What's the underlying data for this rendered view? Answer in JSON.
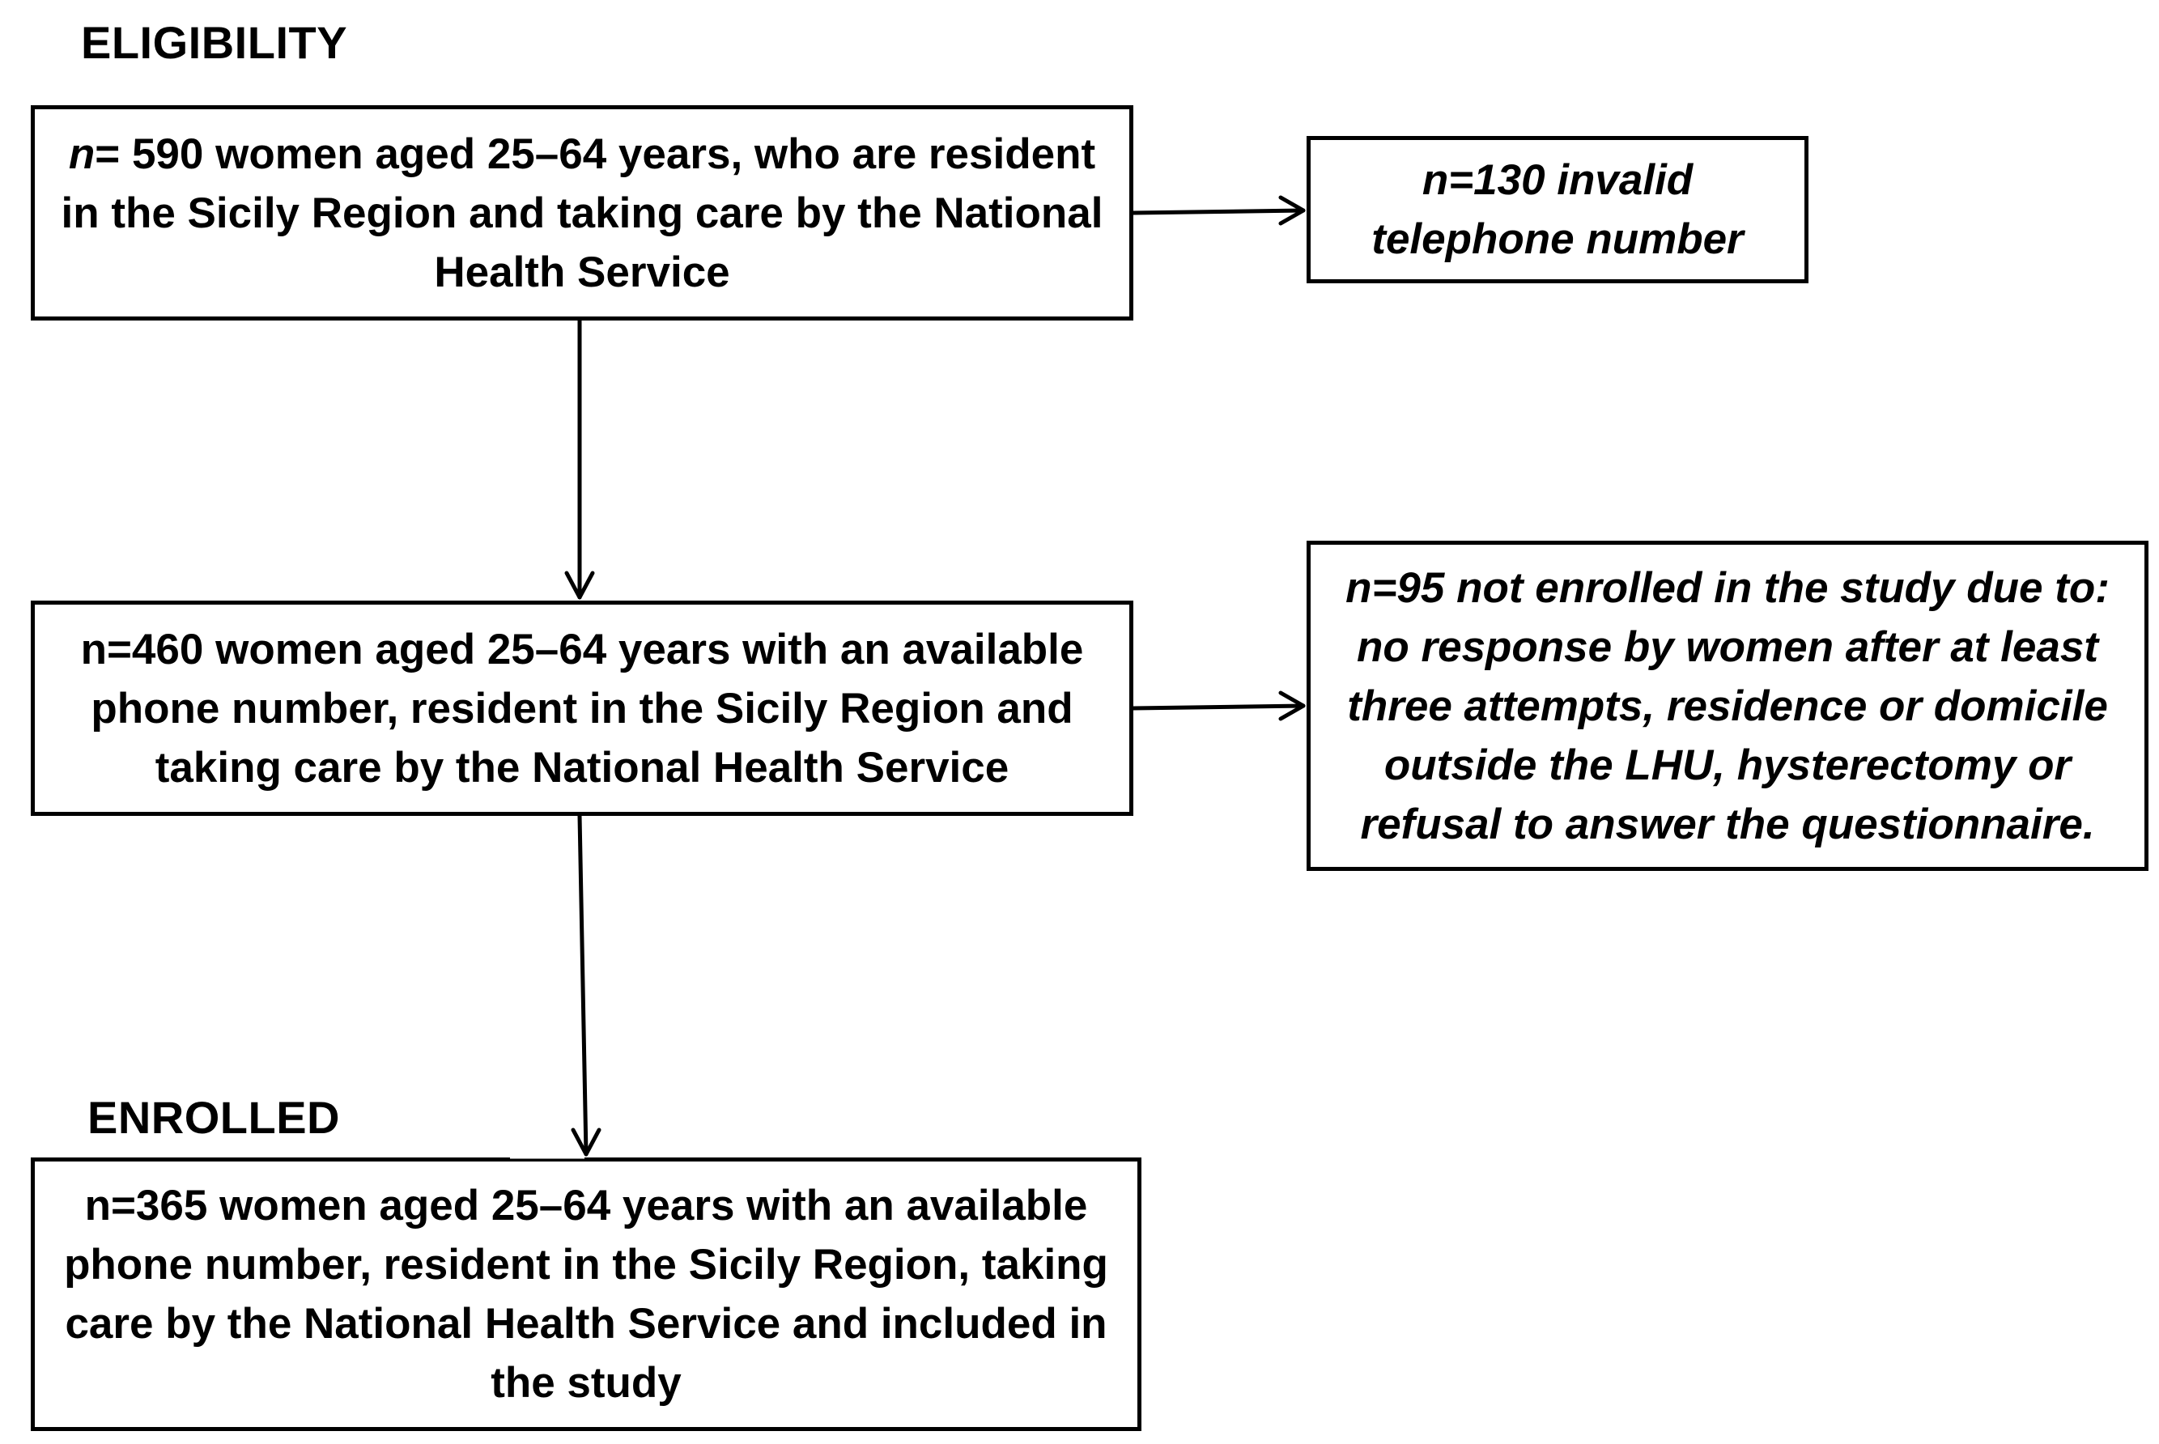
{
  "sections": {
    "eligibility": "ELIGIBILITY",
    "enrolled": "ENROLLED"
  },
  "boxes": {
    "eligible": {
      "var": "n",
      "text": "= 590 women aged 25–64 years, who are resident in the Sicily Region and taking care by the National Health Service"
    },
    "invalid_phone": {
      "text": "n=130 invalid telephone number"
    },
    "available_phone": {
      "text": "n=460 women aged 25–64 years with an available phone number, resident in the Sicily Region and taking care by the National Health Service"
    },
    "not_enrolled": {
      "text": "n=95 not enrolled in the study due to: no response by women after at least three attempts, residence or domicile outside the LHU, hysterectomy or refusal to answer the questionnaire."
    },
    "included": {
      "text": "n=365 women aged 25–64 years with an available phone number, resident in the Sicily Region, taking care by the National Health Service and included in the study"
    }
  }
}
